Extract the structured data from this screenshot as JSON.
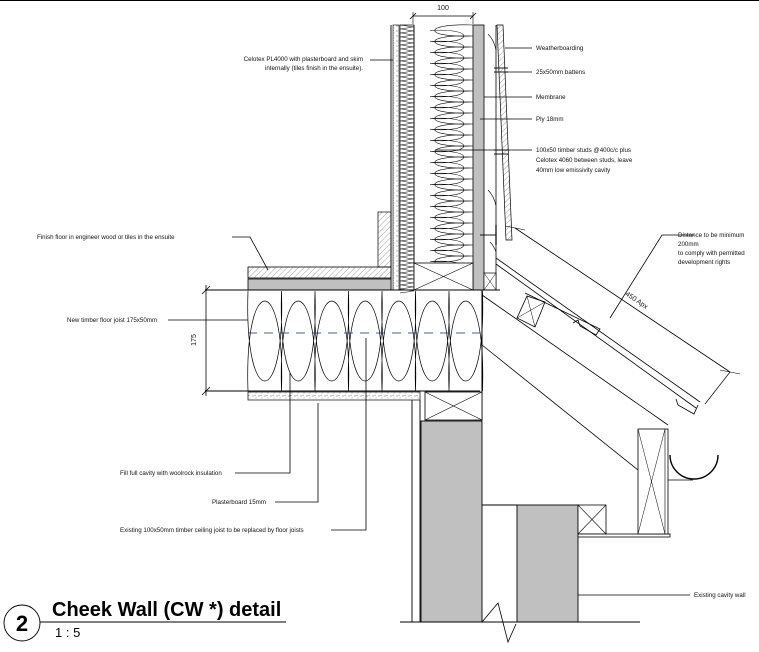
{
  "drawing": {
    "title": "Cheek Wall (CW *) detail",
    "number": "2",
    "scale": "1 : 5",
    "colors": {
      "line": "#000000",
      "masonry": "#c0c0c0",
      "centerline": "#1a237e",
      "hatch": "#888888"
    }
  },
  "dimensions": {
    "wall_thickness": "100",
    "joist_depth": "175",
    "roof_offset": "450 Apx"
  },
  "annotations": {
    "celotex_line1": "Celotex PL4000 with plasterboard and skim",
    "celotex_line2": "internally (tiles finish in the ensuite).",
    "weatherboarding": "Weatherboarding",
    "battens": "25x50mm battens",
    "membrane": "Membrane",
    "ply": "Ply 18mm",
    "studs_line1": "100x50 timber studs @400c/c plus",
    "studs_line2": "Celotex 4060 between studs, leave",
    "studs_line3": "40mm low emissivity cavity",
    "finish_floor": "Finish floor in engineer wood or tiles in the ensuite",
    "distance_line1": "Distance to be minimum",
    "distance_line2": "200mm",
    "distance_line3": "to comply with permitted",
    "distance_line4": "development rights",
    "floor_joist": "New timber floor joist 175x50mm",
    "fill_cavity": "Fill full cavity with woolrock insulation",
    "plasterboard": "Plasterboard 15mm",
    "existing_joist": "Existing 100x50mm timber ceiling joist to be replaced by floor joists",
    "cavity_wall": "Existing cavity wall"
  }
}
